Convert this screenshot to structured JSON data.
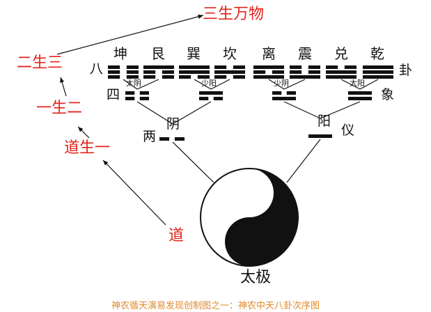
{
  "sequence": {
    "dao": "道",
    "dao_sheng_yi": "道生一",
    "yi_sheng_er": "一生二",
    "er_sheng_san": "二生三",
    "san_sheng_wan_wu": "三生万物"
  },
  "trigrams": {
    "names": [
      "坤",
      "艮",
      "巽",
      "坎",
      "离",
      "震",
      "兑",
      "乾"
    ],
    "row_label_left": "八",
    "row_label_right": "卦"
  },
  "four_images": {
    "names": [
      "太阴",
      "少阳",
      "少阴",
      "太阳"
    ],
    "row_label_left": "四",
    "row_label_right": "象"
  },
  "two_modes": {
    "yin": "阴",
    "yang": "阳",
    "row_label_left": "两",
    "row_label_right": "仪"
  },
  "taiji": {
    "label": "太极"
  },
  "caption": "神农循天演易发现创制图之一：神农中天八卦次序图",
  "colors": {
    "accent_red": "#e2231a",
    "caption_orange": "#e08a2c",
    "ink": "#111111"
  }
}
